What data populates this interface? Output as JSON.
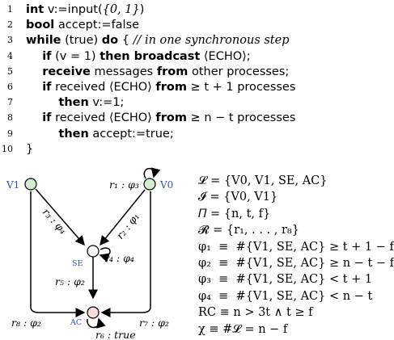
{
  "code": {
    "lines": [
      {
        "num": "1",
        "parts": [
          {
            "t": "int",
            "s": "kw"
          },
          {
            "t": " v:=input("
          },
          {
            "t": "{0, 1}",
            "s": "cm"
          },
          {
            "t": ")"
          }
        ]
      },
      {
        "num": "2",
        "parts": [
          {
            "t": "bool",
            "s": "kw"
          },
          {
            "t": " accept:=false"
          }
        ]
      },
      {
        "num": "3",
        "parts": [
          {
            "t": "while",
            "s": "kw"
          },
          {
            "t": " (true) "
          },
          {
            "t": "do",
            "s": "kw"
          },
          {
            "t": " { "
          },
          {
            "t": "// in one synchronous step",
            "s": "cm"
          }
        ]
      },
      {
        "num": "4",
        "parts": [
          {
            "t": "    if",
            "s": "kw"
          },
          {
            "t": " (v = 1) "
          },
          {
            "t": "then broadcast",
            "s": "kw"
          },
          {
            "t": " ⟨ECHO⟩;"
          }
        ]
      },
      {
        "num": "5",
        "parts": [
          {
            "t": "    receive",
            "s": "kw"
          },
          {
            "t": " messages "
          },
          {
            "t": "from",
            "s": "kw"
          },
          {
            "t": " other processes;"
          }
        ]
      },
      {
        "num": "6",
        "parts": [
          {
            "t": "    if",
            "s": "kw"
          },
          {
            "t": " received ⟨ECHO⟩ "
          },
          {
            "t": "from",
            "s": "kw"
          },
          {
            "t": " ≥ t + 1 processes"
          }
        ]
      },
      {
        "num": "7",
        "parts": [
          {
            "t": "        then",
            "s": "kw"
          },
          {
            "t": " v:=1;"
          }
        ]
      },
      {
        "num": "8",
        "parts": [
          {
            "t": "    if",
            "s": "kw"
          },
          {
            "t": " received ⟨ECHO⟩ "
          },
          {
            "t": "from",
            "s": "kw"
          },
          {
            "t": " ≥ n − t processes"
          }
        ]
      },
      {
        "num": "9",
        "parts": [
          {
            "t": "        then",
            "s": "kw"
          },
          {
            "t": " accept:=true;"
          }
        ]
      },
      {
        "num": "10",
        "parts": [
          {
            "t": "}"
          }
        ]
      }
    ]
  },
  "diagram": {
    "nodes": {
      "v1": "V1",
      "v0": "V0",
      "se": "SE",
      "ac": "AC"
    },
    "edges": {
      "r1": "r₁ : φ₃",
      "r2": "r₂ : φ₁",
      "r3": "r₃ : φ₄",
      "r4": "r₄ : φ₄",
      "r5": "r₅ : φ₂",
      "r6": "r₆ : true",
      "r7": "r₇ : φ₂",
      "r8": "r₈ : φ₂"
    },
    "colors": {
      "init_node_fill": "#d4ecd4",
      "final_node_fill": "#f6dcdc",
      "node_stroke": "#000000",
      "label_blue": "#2a4fbf"
    }
  },
  "formulas": [
    "𝓛 = {V0, V1, SE, AC}",
    "𝓘 = {V0, V1}",
    "𝛱 = {n, t, f}",
    "𝓡 = {r₁, . . . , r₈}",
    "φ₁  ≡  #{V1, SE, AC} ≥ t + 1 − f",
    "φ₂  ≡  #{V1, SE, AC} ≥ n − t − f",
    "φ₃  ≡  #{V1, SE, AC} < t + 1",
    "φ₄  ≡  #{V1, SE, AC} < n − t",
    "RC ≡ n > 3t ∧ t ≥ f",
    "χ ≡ #𝓛 = n − f"
  ]
}
